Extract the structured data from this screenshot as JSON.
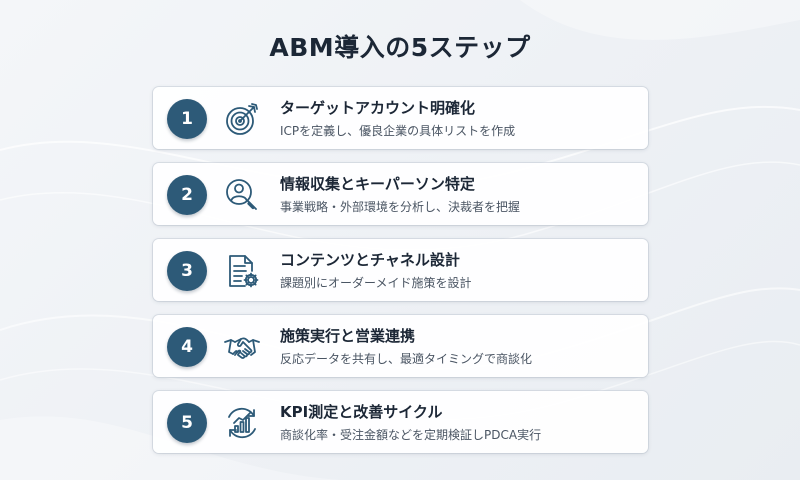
{
  "title": "ABM導入の5ステップ",
  "colors": {
    "accent": "#2d5a78",
    "icon": "#2d5a78",
    "title_text": "#1c2736",
    "desc_text": "#4a5563",
    "background": "#eef1f5"
  },
  "steps": [
    {
      "number": "1",
      "icon": "target-icon",
      "title": "ターゲットアカウント明確化",
      "description": "ICPを定義し、優良企業の具体リストを作成"
    },
    {
      "number": "2",
      "icon": "person-search-icon",
      "title": "情報収集とキーパーソン特定",
      "description": "事業戦略・外部環境を分析し、決裁者を把握"
    },
    {
      "number": "3",
      "icon": "document-gear-icon",
      "title": "コンテンツとチャネル設計",
      "description": "課題別にオーダーメイド施策を設計"
    },
    {
      "number": "4",
      "icon": "handshake-icon",
      "title": "施策実行と営業連携",
      "description": "反応データを共有し、最適タイミングで商談化"
    },
    {
      "number": "5",
      "icon": "improvement-cycle-icon",
      "title": "KPI測定と改善サイクル",
      "description": "商談化率・受注金額などを定期検証しPDCA実行"
    }
  ]
}
